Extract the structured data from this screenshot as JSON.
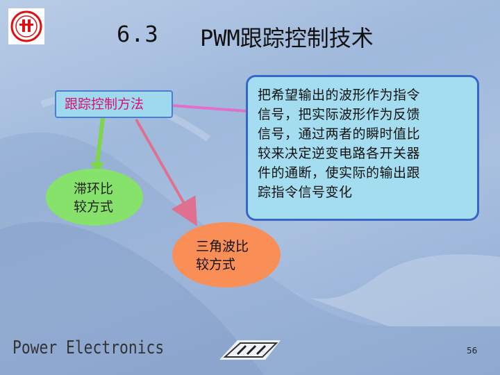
{
  "title": {
    "number": "6.3",
    "text": "PWM跟踪控制技术"
  },
  "method_box": {
    "label": "跟踪控制方法"
  },
  "description": {
    "text": "把希望输出的波形作为指令\n信号，把实际波形作为反馈\n信号，通过两者的瞬时值比\n较来决定逆变电路各开关器\n件的通断，使实际的输出跟\n踪指令信号变化"
  },
  "hysteresis": {
    "label": "滞环比\n较方式"
  },
  "triangle": {
    "label": "三角波比\n较方式"
  },
  "footer": {
    "brand": "Power Electronics",
    "page": "56"
  },
  "colors": {
    "method_text": "#d8106e",
    "box_fill": "#9fd9ef",
    "green": "#86e26a",
    "orange": "#f98f57",
    "connector": "#e070c8"
  },
  "icons": {
    "logo": "university-seal-logo",
    "footer_logo": "power-electronics-logo"
  }
}
